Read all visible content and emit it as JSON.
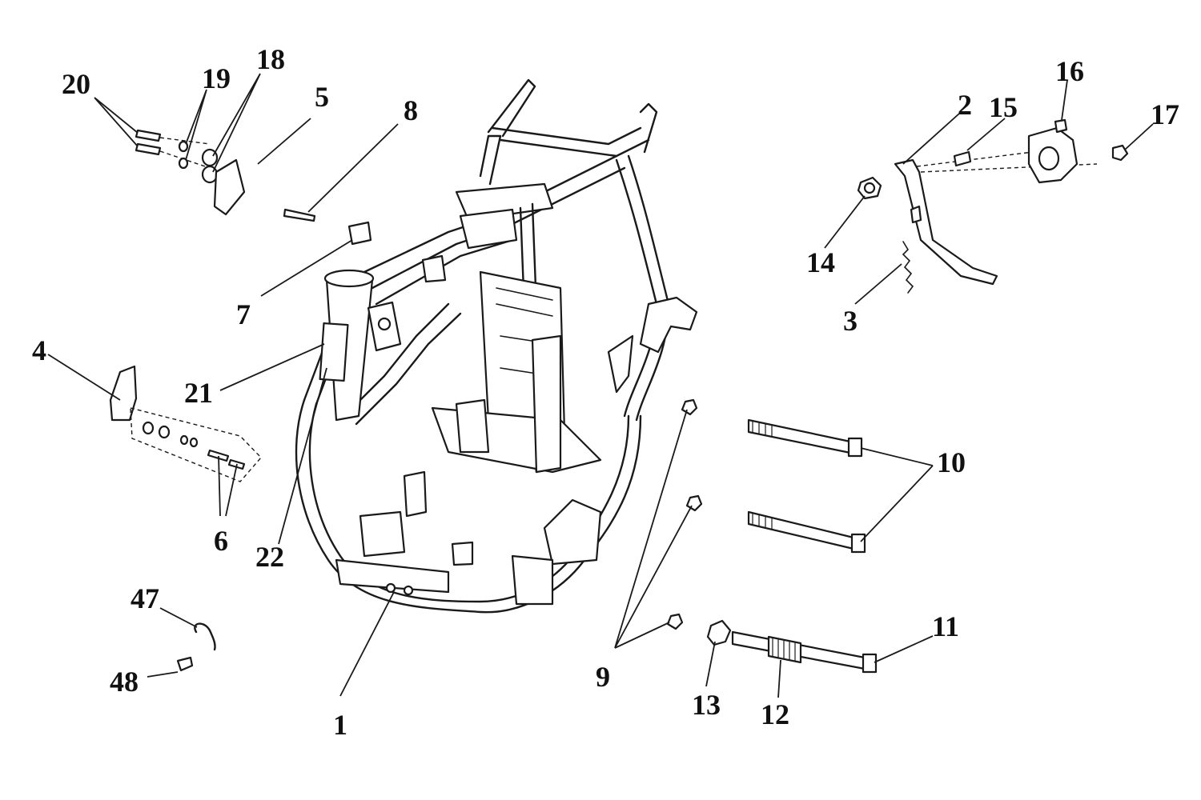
{
  "diagram": {
    "callouts": [
      "1",
      "2",
      "3",
      "4",
      "5",
      "6",
      "7",
      "8",
      "9",
      "10",
      "11",
      "12",
      "13",
      "14",
      "15",
      "16",
      "17",
      "18",
      "19",
      "20",
      "21",
      "22",
      "47",
      "48"
    ]
  }
}
